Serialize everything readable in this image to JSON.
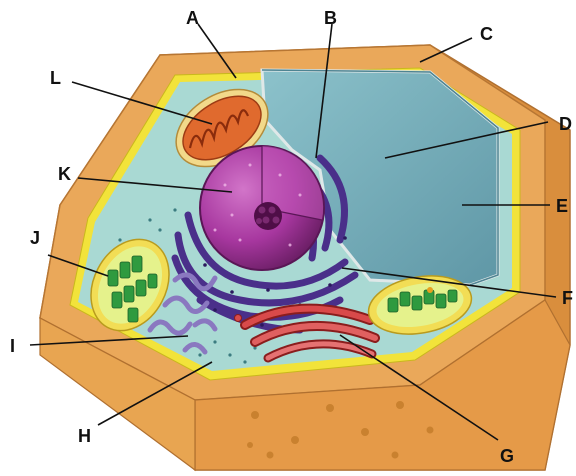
{
  "diagram": {
    "labels": [
      {
        "id": "A",
        "text": "A"
      },
      {
        "id": "B",
        "text": "B"
      },
      {
        "id": "C",
        "text": "C"
      },
      {
        "id": "D",
        "text": "D"
      },
      {
        "id": "E",
        "text": "E"
      },
      {
        "id": "F",
        "text": "F"
      },
      {
        "id": "G",
        "text": "G"
      },
      {
        "id": "H",
        "text": "H"
      },
      {
        "id": "I",
        "text": "I"
      },
      {
        "id": "J",
        "text": "J"
      },
      {
        "id": "K",
        "text": "K"
      },
      {
        "id": "L",
        "text": "L"
      }
    ],
    "colors": {
      "cell_wall": "#eaa85a",
      "cell_wall_side": "#d98e3d",
      "membrane": "#f2e33a",
      "cytoplasm": "#a9d9d3",
      "vacuole": "#79b2bd",
      "nucleus": "#a7379f",
      "er": "#5a3f9a",
      "golgi": "#cf3d3d",
      "chloroplast": "#2f9a3f",
      "mitochondrion": "#e06a2e"
    }
  }
}
